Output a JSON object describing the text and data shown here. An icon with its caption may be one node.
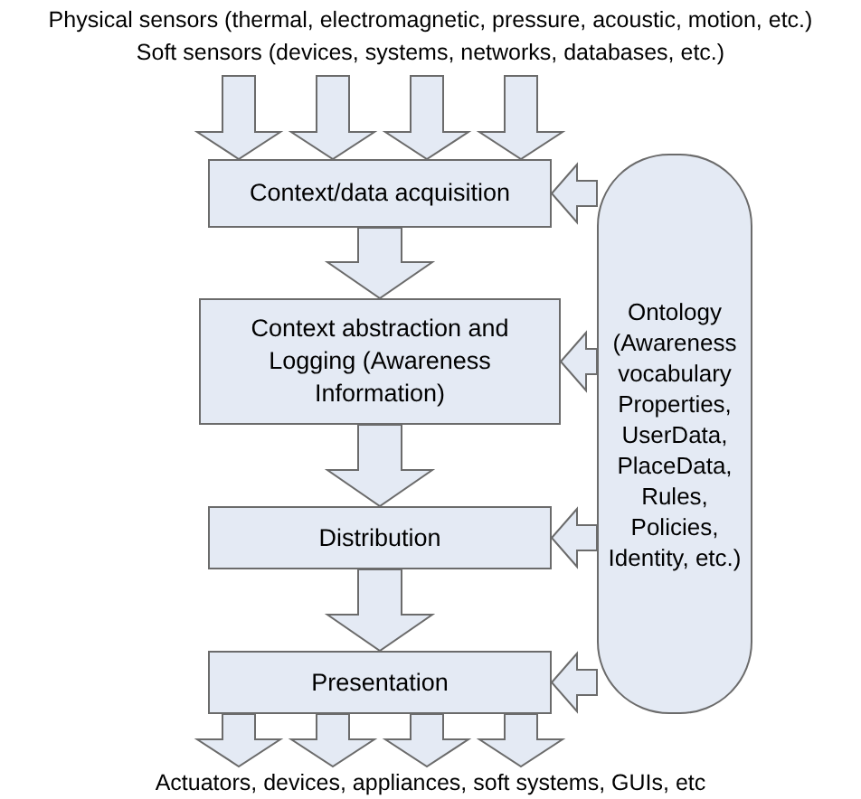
{
  "diagram": {
    "nodes": [
      {
        "text": [
          "Physical sensors (thermal, electromagnetic, pressure, acoustic, motion, etc.)",
          "Soft sensors (devices, systems, networks, databases, etc.)"
        ]
      },
      {
        "text": [
          "Context/data acquisition"
        ]
      },
      {
        "text": [
          "Context abstraction and Logging (Awareness Information)"
        ]
      },
      {
        "text": [
          "Distribution"
        ]
      },
      {
        "text": [
          "Presentation"
        ]
      },
      {
        "text": [
          "Ontology (Awareness vocabulary Properties, UserData, PlaceData, Rules, Policies, Identity, etc.)"
        ]
      },
      {
        "text": [
          "Actuators, devices, appliances, soft systems, GUIs, etc"
        ]
      }
    ],
    "edges": [
      {
        "from": 0,
        "to": 1,
        "arrow": "to"
      },
      {
        "from": 0,
        "to": 1,
        "arrow": "to"
      },
      {
        "from": 0,
        "to": 1,
        "arrow": "to"
      },
      {
        "from": 0,
        "to": 1,
        "arrow": "to"
      },
      {
        "from": 1,
        "to": 2,
        "arrow": "to"
      },
      {
        "from": 2,
        "to": 3,
        "arrow": "to"
      },
      {
        "from": 3,
        "to": 4,
        "arrow": "to"
      },
      {
        "from": 4,
        "to": 6,
        "arrow": "to"
      },
      {
        "from": 4,
        "to": 6,
        "arrow": "to"
      },
      {
        "from": 4,
        "to": 6,
        "arrow": "to"
      },
      {
        "from": 4,
        "to": 6,
        "arrow": "to"
      },
      {
        "from": 5,
        "to": 1,
        "arrow": "to"
      },
      {
        "from": 5,
        "to": 2,
        "arrow": "to"
      },
      {
        "from": 5,
        "to": 3,
        "arrow": "to"
      },
      {
        "from": 5,
        "to": 4,
        "arrow": "to"
      }
    ]
  }
}
